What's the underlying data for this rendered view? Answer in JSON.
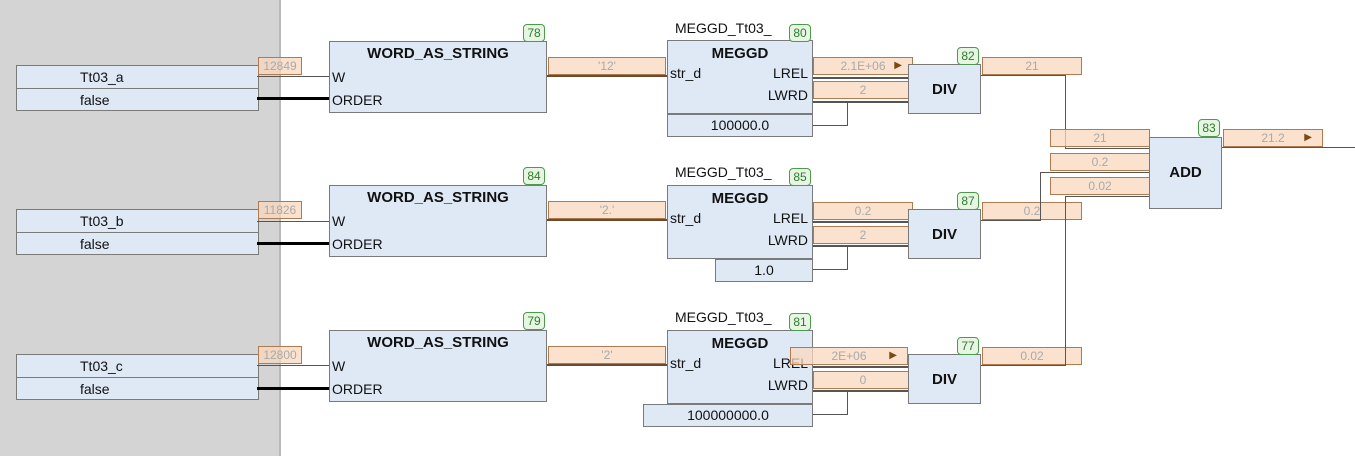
{
  "rows": [
    {
      "input_var": "Tt03_a",
      "order_value": "false",
      "input_monitor": "12849",
      "was_label": "WORD_AS_STRING",
      "was_badge": "78",
      "was_pins": [
        "W",
        "ORDER"
      ],
      "string_monitor": "'12'",
      "meggd_instance": "MEGGD_Tt03_",
      "meggd_badge": "80",
      "meggd_label": "MEGGD",
      "meggd_in": "str_d",
      "meggd_out": [
        "LREL",
        "LWRD"
      ],
      "meggd_const": "100000.0",
      "lrel_monitor": "2.1E+06",
      "lrel_arrow": true,
      "lwrd_monitor": "2",
      "div_label": "DIV",
      "div_badge": "82",
      "div_monitor": "21"
    },
    {
      "input_var": "Tt03_b",
      "order_value": "false",
      "input_monitor": "11826",
      "was_label": "WORD_AS_STRING",
      "was_badge": "84",
      "was_pins": [
        "W",
        "ORDER"
      ],
      "string_monitor": "'2.'",
      "meggd_instance": "MEGGD_Tt03_",
      "meggd_badge": "85",
      "meggd_label": "MEGGD",
      "meggd_in": "str_d",
      "meggd_out": [
        "LREL",
        "LWRD"
      ],
      "meggd_const": "1.0",
      "lrel_monitor": "0.2",
      "lrel_arrow": false,
      "lwrd_monitor": "2",
      "div_label": "DIV",
      "div_badge": "87",
      "div_monitor": "0.2"
    },
    {
      "input_var": "Tt03_c",
      "order_value": "false",
      "input_monitor": "12800",
      "was_label": "WORD_AS_STRING",
      "was_badge": "79",
      "was_pins": [
        "W",
        "ORDER"
      ],
      "string_monitor": "'2'",
      "meggd_instance": "MEGGD_Tt03_",
      "meggd_badge": "81",
      "meggd_label": "MEGGD",
      "meggd_in": "str_d",
      "meggd_out": [
        "LREL",
        "LWRD"
      ],
      "meggd_const": "100000000.0",
      "lrel_monitor": "2E+06",
      "lrel_arrow": true,
      "lwrd_monitor": "0",
      "div_label": "DIV",
      "div_badge": "77",
      "div_monitor": "0.02"
    }
  ],
  "add": {
    "label": "ADD",
    "badge": "83",
    "inputs": [
      "21",
      "0.2",
      "0.02"
    ],
    "output": "21.2",
    "output_arrow": true
  },
  "icons": {
    "arrow": "▶"
  }
}
